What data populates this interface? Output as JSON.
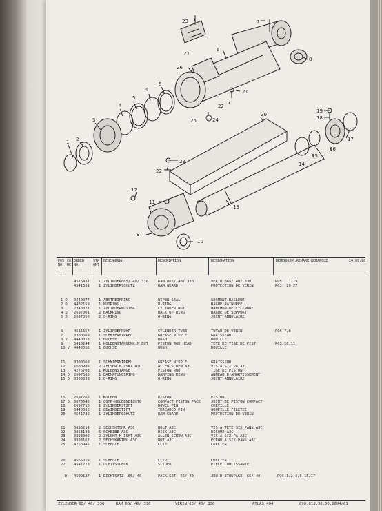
{
  "callouts": [
    "23",
    "7",
    "27",
    "6",
    "8",
    "26",
    "5",
    "4",
    "5",
    "4",
    "3",
    "2",
    "1",
    "21",
    "22",
    "25",
    "24",
    "20",
    "19",
    "18",
    "16",
    "17",
    "15",
    "14",
    "23",
    "22",
    "12",
    "11",
    "13",
    "9",
    "10"
  ],
  "header": {
    "pos": "POS\nNO.",
    "co": "CO\nDE",
    "order": "ORDER\nNO.",
    "qty": "STK\nQNT",
    "name": "BENENNUNG",
    "description": "DESCRIPTION",
    "designation": "DESIGNATION",
    "remark": "BEMERKUNG,REMARK,REMARQUE",
    "date": "24.09.98"
  },
  "groups": [
    {
      "pos": "",
      "order": "4515431\n4541331",
      "qty": "1\n1",
      "name": "ZYLINDER065/ 40/ 330\nZYLINDERSCHUTZ",
      "desc": "RAM 065/ 40/ 330\nRAM GUARD",
      "designation": "VERIN 065/ 40/ 330\nPROTECTION DE VERIN",
      "remark": "POS.  1-19\nPOS. 20-27"
    },
    {
      "pos": "1 D\n2 D\n3\n4 D\n5 D",
      "order": "0440977\n4432159\n2343371\n2697061\n2697050",
      "qty": "1\n1\n1\n2\n2",
      "name": "ABSTREIFRING\nNUTRING\nZYLINDERMUTTER\nBACKRING\nO-RING",
      "desc": "WIPER SEAL\nU-RING\nCYLINDER NUT\nBACK UP RING\nO-RING",
      "designation": "SEGMENT RACLEUR\nBAGUE RAINUREE\nMANCHON DE CYLINDRE\nBAGUE DE SUPPORT\nJOINT ANNULAIRE",
      "remark": ""
    },
    {
      "pos": "6\n7\n8 V\n9\n10 V",
      "order": "4515657\n0300569\n4440013\n5410244\n4440013",
      "qty": "1\n1\n1\n1\n1",
      "name": "ZYLINDERROHR\nSCHMIERNIPPEL\nBUCHSE\nKOLBENSTANGENK.M BUT\nBUCHSE",
      "desc": "CYLINDER TUBE\nGREASE NIPPLE\nBUSH\nPISTON ROD HEAD\nBUSH",
      "designation": "TUYAU DE VERIN\nGRAISSEUR\nDOUILLE\nTETE DE TIGE DE PIST\nDOUILLE",
      "remark": "POS.7,8\n\n\nPOS.10,11\n"
    },
    {
      "pos": "11\n12\n13\n14 D\n15 D",
      "order": "0300569\n1680980\n4275703\n2697685\n0300638",
      "qty": "1\n2\n1\n1\n1",
      "name": "SCHMIERNIPPEL\nZYLSHR M ISKT A3C\nKOLBENSTANGE\nDAEMPFUNGSRING\nO-RING",
      "desc": "GREASE NIPPLE\nALLEN SCREW A3C\nPISTON ROD\nDAMPING RING\nO-RING",
      "designation": "GRAISSEUR\nVIS A SIX PA A3C\nTIGE DE PISTON\nANNEAU D'AMORTISSEMENT\nJOINT ANNULAIRE",
      "remark": ""
    },
    {
      "pos": "16\n17 D\n18\n19\n20",
      "order": "2697765\n3670646\n2697710\n0440002\n4541739",
      "qty": "1\n1\n1\n1\n1",
      "name": "KOLBEN\nCOMP-KOLBENDICHTG\nZYLINDERSTIFT\nGEWINDESTIFT\nZYLINDERSCHUTZ",
      "desc": "PISTON\nCOMPACT PISTON PACK\nDOWEL PIN\nTHREADED PIN\nRAM GUARD",
      "designation": "PISTON\nJOINT DE PISTON COMPACT\nCHEVILLE\nGOUPILLE FILETEE\nPROTECTION DE VERIN",
      "remark": ""
    },
    {
      "pos": "21\n22\n23\n24\n25",
      "order": "0893214\n0863138\n0893009\n0893167\n4758945",
      "qty": "2\n5\n2\n2\n1",
      "name": "SECHSKTSHR A3C\nSCHEIBE A3C\nZYLSHR M ISKT A3C\nSECHSKANTMU A3C\nSCHELLE",
      "desc": "BOLT A3C\nDISK A3C\nALLEN SCREW A3C\nNUT A3C\nCLIP",
      "designation": "VIS A TETE SIX PANS A3C\nDISQUE A3C\nVIS A SIX PA A3C\nECROU A SIX PANS A3C\nCOLLIER",
      "remark": ""
    },
    {
      "pos": "26\n27",
      "order": "4565019\n4541728",
      "qty": "1\n1",
      "name": "SCHELLE\nGLEITSTUECK",
      "desc": "CLIP\nSLIDER",
      "designation": "COLLIER\nPIECE COULISSANTE",
      "remark": ""
    },
    {
      "pos": "D",
      "order": "4509137",
      "qty": "1",
      "name": "DICHTSATZ  65/ 40",
      "desc": "PACK SET  65/ 40",
      "designation": "JEU D'ETOUPAGE  65/ 40",
      "remark": "POS.1,2,4,5,15,17"
    }
  ],
  "footer": {
    "c1": "ZYLINDER 65/ 40/ 330",
    "c2": "RAM 65/ 40/ 330",
    "c3": "VERIN 65/ 40/ 330",
    "c4": "ATLAS 404",
    "c5": "090.013.30.00.2004/01"
  }
}
